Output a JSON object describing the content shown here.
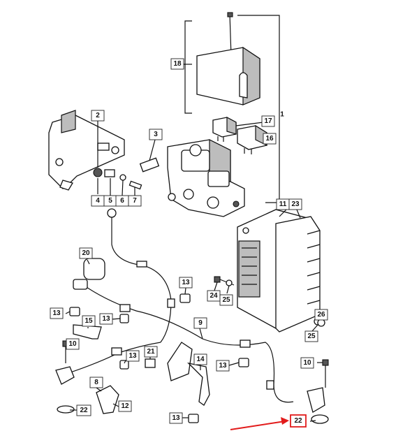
{
  "callouts": [
    {
      "id": "c1",
      "text": "1"
    },
    {
      "id": "c2",
      "text": "2"
    },
    {
      "id": "c3",
      "text": "3"
    },
    {
      "id": "c4",
      "text": "4"
    },
    {
      "id": "c5",
      "text": "5"
    },
    {
      "id": "c6",
      "text": "6"
    },
    {
      "id": "c7",
      "text": "7"
    },
    {
      "id": "c8",
      "text": "8"
    },
    {
      "id": "c9",
      "text": "9"
    },
    {
      "id": "c10a",
      "text": "10"
    },
    {
      "id": "c10b",
      "text": "10"
    },
    {
      "id": "c11",
      "text": "11"
    },
    {
      "id": "c12",
      "text": "12"
    },
    {
      "id": "c13a",
      "text": "13"
    },
    {
      "id": "c13b",
      "text": "13"
    },
    {
      "id": "c13c",
      "text": "13"
    },
    {
      "id": "c13d",
      "text": "13"
    },
    {
      "id": "c13e",
      "text": "13"
    },
    {
      "id": "c13f",
      "text": "13"
    },
    {
      "id": "c14",
      "text": "14"
    },
    {
      "id": "c15",
      "text": "15"
    },
    {
      "id": "c16",
      "text": "16"
    },
    {
      "id": "c17",
      "text": "17"
    },
    {
      "id": "c18",
      "text": "18"
    },
    {
      "id": "c20",
      "text": "20"
    },
    {
      "id": "c21",
      "text": "21"
    },
    {
      "id": "c22a",
      "text": "22"
    },
    {
      "id": "c22b",
      "text": "22"
    },
    {
      "id": "c23",
      "text": "23"
    },
    {
      "id": "c24",
      "text": "24"
    },
    {
      "id": "c25a",
      "text": "25"
    },
    {
      "id": "c25b",
      "text": "25"
    },
    {
      "id": "c26",
      "text": "26"
    }
  ],
  "highlight": {
    "callout": "c22b",
    "color": "#e21b1b"
  }
}
